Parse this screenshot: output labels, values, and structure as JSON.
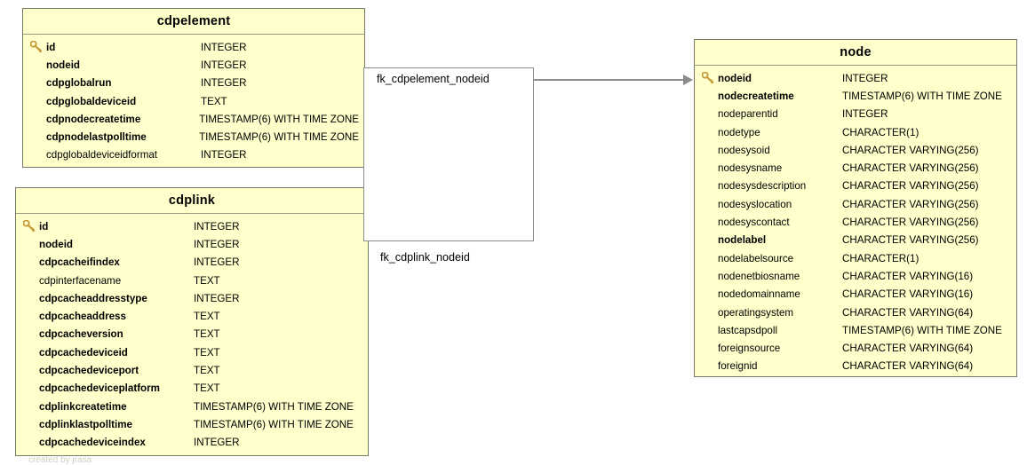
{
  "diagram": {
    "type": "entity-relationship-diagram",
    "watermark": "created by jrasa"
  },
  "entities": [
    {
      "id": "cdpelement",
      "name": "cdpelement",
      "attributes": [
        {
          "name": "id",
          "type": "INTEGER",
          "bold": true,
          "key": true
        },
        {
          "name": "nodeid",
          "type": "INTEGER",
          "bold": true,
          "key": false
        },
        {
          "name": "cdpglobalrun",
          "type": "INTEGER",
          "bold": true,
          "key": false
        },
        {
          "name": "cdpglobaldeviceid",
          "type": "TEXT",
          "bold": true,
          "key": false
        },
        {
          "name": "cdpnodecreatetime",
          "type": "TIMESTAMP(6) WITH TIME ZONE",
          "bold": true,
          "key": false
        },
        {
          "name": "cdpnodelastpolltime",
          "type": "TIMESTAMP(6) WITH TIME ZONE",
          "bold": true,
          "key": false
        },
        {
          "name": "cdpglobaldeviceidformat",
          "type": "INTEGER",
          "bold": false,
          "key": false
        }
      ]
    },
    {
      "id": "cdplink",
      "name": "cdplink",
      "attributes": [
        {
          "name": "id",
          "type": "INTEGER",
          "bold": true,
          "key": true
        },
        {
          "name": "nodeid",
          "type": "INTEGER",
          "bold": true,
          "key": false
        },
        {
          "name": "cdpcacheifindex",
          "type": "INTEGER",
          "bold": true,
          "key": false
        },
        {
          "name": "cdpinterfacename",
          "type": "TEXT",
          "bold": false,
          "key": false
        },
        {
          "name": "cdpcacheaddresstype",
          "type": "INTEGER",
          "bold": true,
          "key": false
        },
        {
          "name": "cdpcacheaddress",
          "type": "TEXT",
          "bold": true,
          "key": false
        },
        {
          "name": "cdpcacheversion",
          "type": "TEXT",
          "bold": true,
          "key": false
        },
        {
          "name": "cdpcachedeviceid",
          "type": "TEXT",
          "bold": true,
          "key": false
        },
        {
          "name": "cdpcachedeviceport",
          "type": "TEXT",
          "bold": true,
          "key": false
        },
        {
          "name": "cdpcachedeviceplatform",
          "type": "TEXT",
          "bold": true,
          "key": false
        },
        {
          "name": "cdplinkcreatetime",
          "type": "TIMESTAMP(6) WITH TIME ZONE",
          "bold": true,
          "key": false
        },
        {
          "name": "cdplinklastpolltime",
          "type": "TIMESTAMP(6) WITH TIME ZONE",
          "bold": true,
          "key": false
        },
        {
          "name": "cdpcachedeviceindex",
          "type": "INTEGER",
          "bold": true,
          "key": false
        }
      ]
    },
    {
      "id": "node",
      "name": "node",
      "attributes": [
        {
          "name": "nodeid",
          "type": "INTEGER",
          "bold": true,
          "key": true
        },
        {
          "name": "nodecreatetime",
          "type": "TIMESTAMP(6) WITH TIME ZONE",
          "bold": true,
          "key": false
        },
        {
          "name": "nodeparentid",
          "type": "INTEGER",
          "bold": false,
          "key": false
        },
        {
          "name": "nodetype",
          "type": "CHARACTER(1)",
          "bold": false,
          "key": false
        },
        {
          "name": "nodesysoid",
          "type": "CHARACTER VARYING(256)",
          "bold": false,
          "key": false
        },
        {
          "name": "nodesysname",
          "type": "CHARACTER VARYING(256)",
          "bold": false,
          "key": false
        },
        {
          "name": "nodesysdescription",
          "type": "CHARACTER VARYING(256)",
          "bold": false,
          "key": false
        },
        {
          "name": "nodesyslocation",
          "type": "CHARACTER VARYING(256)",
          "bold": false,
          "key": false
        },
        {
          "name": "nodesyscontact",
          "type": "CHARACTER VARYING(256)",
          "bold": false,
          "key": false
        },
        {
          "name": "nodelabel",
          "type": "CHARACTER VARYING(256)",
          "bold": true,
          "key": false
        },
        {
          "name": "nodelabelsource",
          "type": "CHARACTER(1)",
          "bold": false,
          "key": false
        },
        {
          "name": "nodenetbiosname",
          "type": "CHARACTER VARYING(16)",
          "bold": false,
          "key": false
        },
        {
          "name": "nodedomainname",
          "type": "CHARACTER VARYING(16)",
          "bold": false,
          "key": false
        },
        {
          "name": "operatingsystem",
          "type": "CHARACTER VARYING(64)",
          "bold": false,
          "key": false
        },
        {
          "name": "lastcapsdpoll",
          "type": "TIMESTAMP(6) WITH TIME ZONE",
          "bold": false,
          "key": false
        },
        {
          "name": "foreignsource",
          "type": "CHARACTER VARYING(64)",
          "bold": false,
          "key": false
        },
        {
          "name": "foreignid",
          "type": "CHARACTER VARYING(64)",
          "bold": false,
          "key": false
        }
      ]
    }
  ],
  "relationships": [
    {
      "id": "fk_cdpelement_nodeid",
      "label": "fk_cdpelement_nodeid",
      "from": "cdpelement",
      "to": "node"
    },
    {
      "id": "fk_cdplink_nodeid",
      "label": "fk_cdplink_nodeid",
      "from": "cdplink",
      "to": "node"
    }
  ],
  "colors": {
    "entity_fill": "#ffffcc",
    "entity_border": "#7a7a6a",
    "header_divider": "#9a9a8a",
    "connector": "#8c8c8c",
    "key_icon": "#d4a843",
    "text": "#000000"
  }
}
